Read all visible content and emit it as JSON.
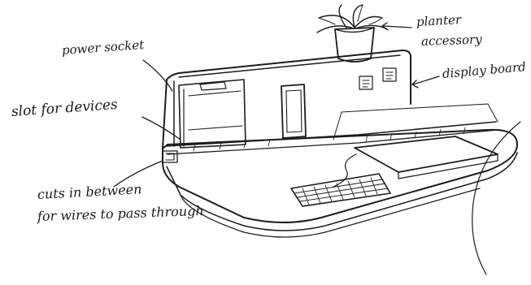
{
  "annotations": {
    "power_socket": "power socket",
    "slot_for_devices": "slot for devices",
    "cuts_line1": "cuts in between",
    "cuts_line2": "for wires to pass through",
    "planter_line1": "planter",
    "planter_line2": "accessory",
    "display_board": "display board"
  },
  "style": {
    "ink_color": "#1c1c1c",
    "paper_color": "#ffffff"
  }
}
